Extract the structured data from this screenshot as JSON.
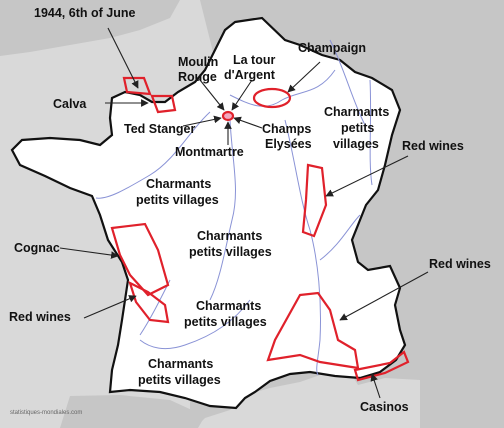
{
  "colors": {
    "land": "#ffffff",
    "neighbors": "#c6c6c6",
    "sea": "#d9d9d9",
    "border": "#111111",
    "rivers": "#8a93d6",
    "zones": "#e0212b"
  },
  "labels": {
    "dday": "1944, 6th of June",
    "calva": "Calva",
    "ted_stanger": "Ted Stanger",
    "moulin_rouge_1": "Moulin",
    "moulin_rouge_2": "Rouge",
    "tour_argent_1": "La tour",
    "tour_argent_2": "d'Argent",
    "champaign": "Champaign",
    "champs_1": "Champs",
    "champs_2": "Elysées",
    "montmartre": "Montmartre",
    "charmants_ne_1": "Charmants",
    "charmants_ne_2": "petits",
    "charmants_ne_3": "villages",
    "red_wines_east": "Red wines",
    "charmants_w_1": "Charmants",
    "charmants_w_2": "petits villages",
    "charmants_c_1": "Charmants",
    "charmants_c_2": "petits villages",
    "cognac": "Cognac",
    "red_wines_se": "Red wines",
    "red_wines_sw": "Red wines",
    "charmants_sw_1": "Charmants",
    "charmants_sw_2": "petits villages",
    "charmants_s_1": "Charmants",
    "charmants_s_2": "petits villages",
    "casinos": "Casinos",
    "source": "statistiques-mondiales.com"
  }
}
